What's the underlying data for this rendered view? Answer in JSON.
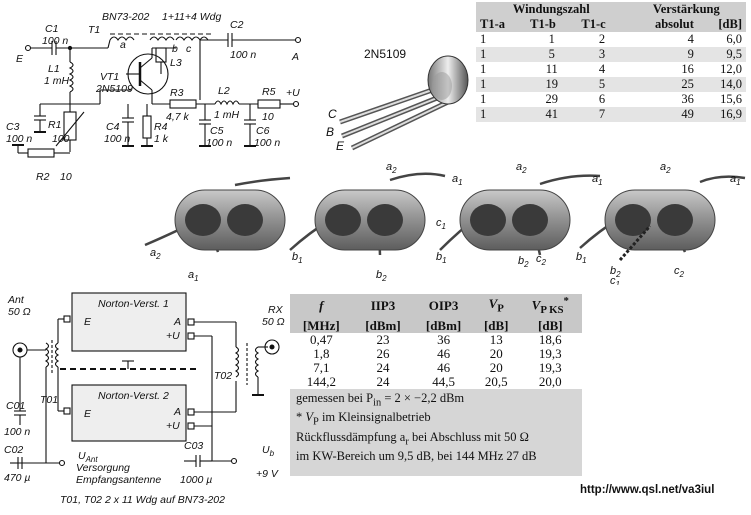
{
  "schematic1": {
    "core_label": "BN73-202",
    "winding_label": "1+11+4 Wdg",
    "e_label": "E",
    "a_label": "A",
    "plus_u_label": "+U",
    "transistor_name": "VT1",
    "transistor_type": "2N5109",
    "c1": "C1",
    "c1_val": "100 n",
    "c2": "C2",
    "c2_val": "100 n",
    "c3": "C3",
    "c3_val": "100 n",
    "c4": "C4",
    "c4_val": "100 n",
    "c5": "C5",
    "c5_val": "100 n",
    "c6": "C6",
    "c6_val": "100 n",
    "l1": "L1",
    "l1_val": "1 mH",
    "l2": "L2",
    "l2_val": "1 mH",
    "l3": "L3",
    "r1": "R1",
    "r1_val": "100",
    "r2": "R2",
    "r2_val": "10",
    "r3": "R3",
    "r3_val": "4,7 k",
    "r4": "R4",
    "r4_val": "1 k",
    "r5": "R5",
    "r5_val": "10",
    "t1": "T1",
    "tap_a": "a",
    "tap_b": "b",
    "tap_c": "c"
  },
  "package": {
    "name": "2N5109",
    "pin_c": "C",
    "pin_b": "B",
    "pin_e": "E"
  },
  "table1": {
    "header_group1": "Windungszahl",
    "header_group2": "Verstärkung",
    "cols": [
      "T1-a",
      "T1-b",
      "T1-c",
      "absolut",
      "[dB]"
    ],
    "rows": [
      [
        "1",
        "1",
        "2",
        "4",
        "6,0"
      ],
      [
        "1",
        "5",
        "3",
        "9",
        "9,5"
      ],
      [
        "1",
        "11",
        "4",
        "16",
        "12,0"
      ],
      [
        "1",
        "19",
        "5",
        "25",
        "14,0"
      ],
      [
        "1",
        "29",
        "6",
        "36",
        "15,6"
      ],
      [
        "1",
        "41",
        "7",
        "49",
        "16,9"
      ]
    ]
  },
  "cores": {
    "a1": "a",
    "a1_sub": "1",
    "a2": "a",
    "a2_sub": "2",
    "b1": "b",
    "b1_sub": "1",
    "b2": "b",
    "b2_sub": "2",
    "c1": "c",
    "c1_sub": "1",
    "c2": "c",
    "c2_sub": "2"
  },
  "schematic2": {
    "ant_label": "Ant",
    "ant_imp": "50 Ω",
    "rx_label": "RX",
    "rx_imp": "50 Ω",
    "amp1": "Norton-Verst. 1",
    "amp2": "Norton-Verst. 2",
    "port_e": "E",
    "port_a": "A",
    "port_u": "+U",
    "t01": "T01",
    "t02": "T02",
    "c01": "C01",
    "c01_val": "100 n",
    "c02": "C02",
    "c02_val": "470 µ",
    "c03": "C03",
    "c03_val": "1000 µ",
    "u_ant": "U",
    "u_ant_sub": "Ant",
    "versorgung": "Versorgung",
    "empfang": "Empfangsantenne",
    "ub": "U",
    "ub_sub": "b",
    "plus9v": "+9 V",
    "caption": "T01, T02  2 x 11 Wdg auf  BN73-202"
  },
  "table2": {
    "headers": [
      "f",
      "IIP3",
      "OIP3",
      "V",
      "V"
    ],
    "header_subs": [
      "",
      "",
      "",
      "P",
      "P KS"
    ],
    "header_star": "*",
    "units": [
      "[MHz]",
      "[dBm]",
      "[dBm]",
      "[dB]",
      "[dB]"
    ],
    "rows": [
      [
        "0,47",
        "23",
        "36",
        "13",
        "18,6"
      ],
      [
        "1,8",
        "26",
        "46",
        "20",
        "19,3"
      ],
      [
        "7,1",
        "24",
        "46",
        "20",
        "19,3"
      ],
      [
        "144,2",
        "24",
        "44,5",
        "20,5",
        "20,0"
      ]
    ],
    "note1": "gemessen bei P",
    "note1_sub": "in",
    "note1_rest": " = 2 × −2,2 dBm",
    "note2_star": "* ",
    "note2_v": "V",
    "note2_sub": "P",
    "note2_rest": " im Kleinsignalbetrieb",
    "note3a": "Rückflussdämpfung a",
    "note3a_sub": "r",
    "note3a_rest": " bei Abschluss mit 50 Ω",
    "note3b": "im KW-Bereich um 9,5 dB, bei 144 MHz 27 dB"
  },
  "footer": {
    "url": "http://www.qsl.net/va3iul"
  }
}
